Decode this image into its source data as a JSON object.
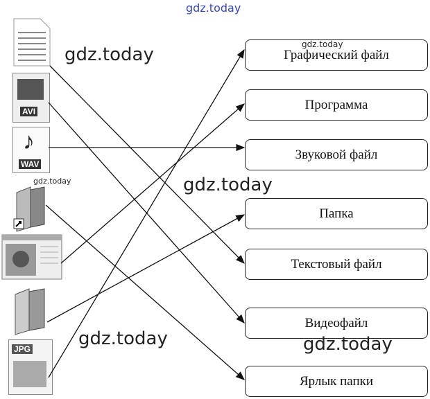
{
  "targets": [
    {
      "label": "Графический файл"
    },
    {
      "label": "Программа"
    },
    {
      "label": "Звуковой файл"
    },
    {
      "label": "Папка"
    },
    {
      "label": "Текстовый файл"
    },
    {
      "label": "Видеофайл"
    },
    {
      "label": "Ярлык папки"
    }
  ],
  "icons": {
    "avi": "AVI",
    "wav": "WAV",
    "jpg": "JPG"
  },
  "connections": [
    {
      "from": "text-document-icon",
      "to": "Текстовый файл"
    },
    {
      "from": "avi-icon",
      "to": "Видеофайл"
    },
    {
      "from": "wav-icon",
      "to": "Звуковой файл"
    },
    {
      "from": "folder-shortcut-icon",
      "to": "Ярлык папки"
    },
    {
      "from": "image-window-icon",
      "to": "Программа"
    },
    {
      "from": "folder-icon",
      "to": "Папка"
    },
    {
      "from": "jpg-icon",
      "to": "Графический файл"
    }
  ],
  "watermarks": [
    "gdz.today",
    "gdz.today",
    "gdz.today",
    "gdz.today",
    "gdz.today",
    "gdz.today",
    "gdz.today"
  ]
}
